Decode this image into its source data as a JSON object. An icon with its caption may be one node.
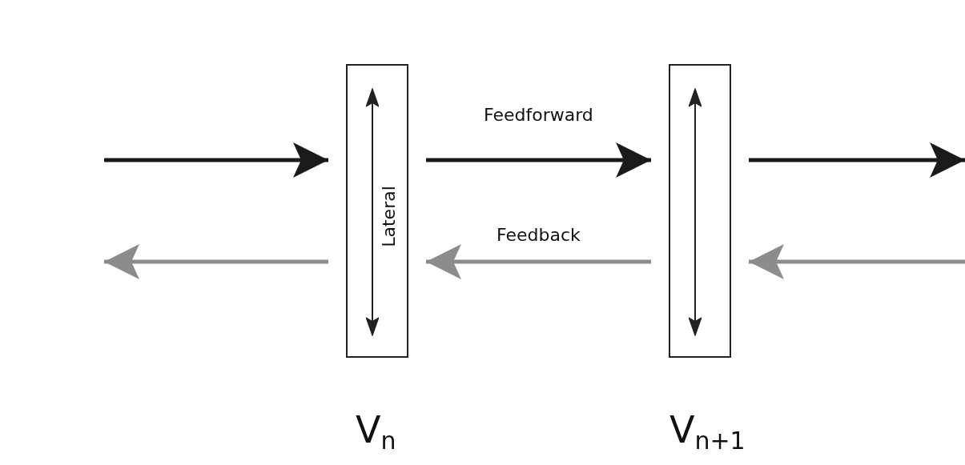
{
  "diagram": {
    "nodes": [
      {
        "text": [
          "Lateral"
        ],
        "beside": [
          "V$_{n}$"
        ]
      },
      {
        "text": [],
        "shape": "bar",
        "beside": [
          "V$_{n+1}$"
        ]
      }
    ],
    "edges": [
      {
        "from": null,
        "to": 0,
        "arrow": "to"
      },
      {
        "from": 0,
        "to": 1,
        "arrow": "to",
        "label": "Feedforward"
      },
      {
        "from": 1,
        "to": null,
        "arrow": "to"
      },
      {
        "from": 0,
        "to": null,
        "arrow": "to",
        "color": "#8c8c8c"
      },
      {
        "from": 1,
        "to": 0,
        "arrow": "to",
        "label": "Feedback",
        "color": "#8c8c8c"
      },
      {
        "from": null,
        "to": 1,
        "arrow": "to",
        "color": "#8c8c8c"
      }
    ]
  }
}
